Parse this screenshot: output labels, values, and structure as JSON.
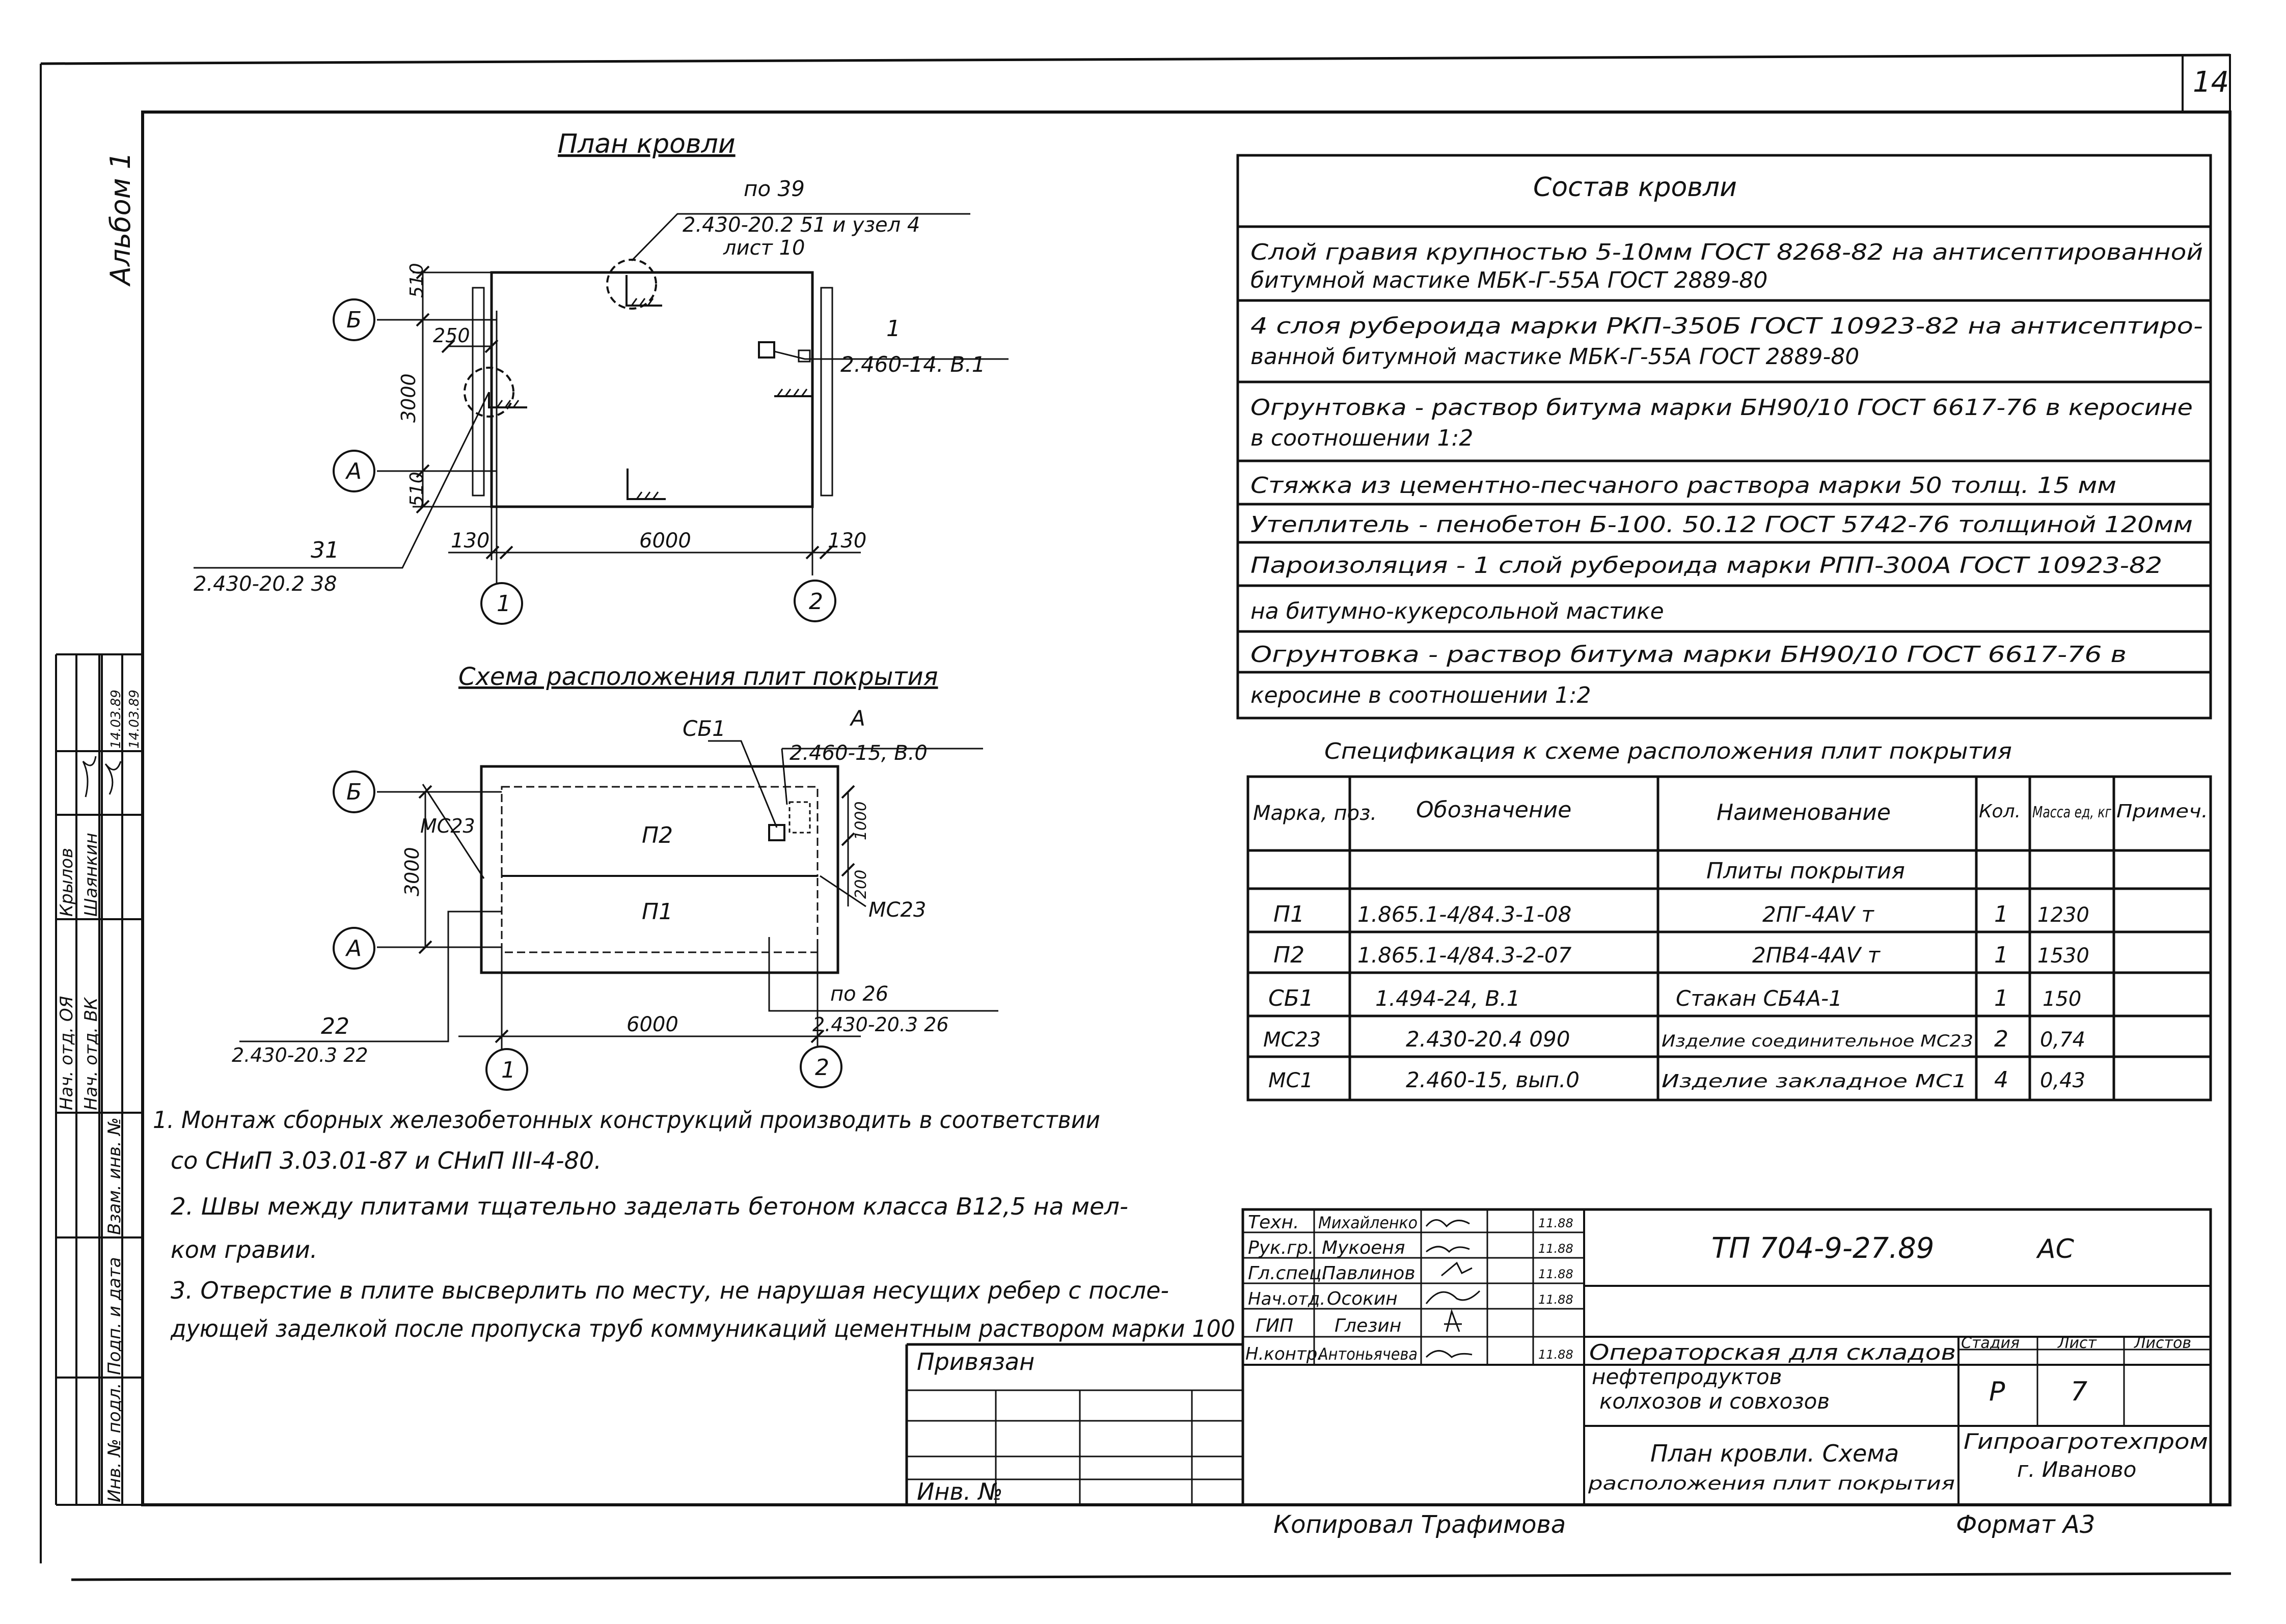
{
  "sheet": {
    "page_number": "14",
    "album_label": "Альбом 1",
    "copied_by": "Копировал  Трафимова",
    "format": "Формат А3"
  },
  "roof_plan": {
    "title": "План кровли",
    "labels": {
      "ref_po39": "по 39",
      "ref_node": "2.430-20.2 51 и узел 4",
      "ref_sheet": "лист 10",
      "ref_1": "1",
      "ref_1_doc": "2.460-14. В.1",
      "ref_31": "31",
      "ref_31_doc": "2.430-20.2 38"
    },
    "dims": {
      "d510_top": "510",
      "d250": "250",
      "d3000": "3000",
      "d510_bottom": "510",
      "d130_left": "130",
      "d6000": "6000",
      "d130_right": "130"
    },
    "axes": {
      "B": "Б",
      "A": "А",
      "one": "1",
      "two": "2"
    }
  },
  "slab_scheme": {
    "title": "Схема расположения плит покрытия",
    "labels": {
      "sb1": "СБ1",
      "a": "А",
      "a_doc": "2.460-15, В.0",
      "mc23_left": "МС23",
      "mc23_right": "МС23",
      "p2": "П2",
      "p1": "П1",
      "po26": "по 26",
      "po26_doc": "2.430-20.3 26",
      "ref_22": "22",
      "ref_22_doc": "2.430-20.3 22"
    },
    "dims": {
      "d3000": "3000",
      "d1000": "1000",
      "d200": "200",
      "d6000": "6000"
    },
    "axes": {
      "B": "Б",
      "A": "А",
      "one": "1",
      "two": "2"
    }
  },
  "roof_composition": {
    "title": "Состав кровли",
    "rows": [
      [
        "Слой гравия крупностью 5-10мм ГОСТ 8268-82 на антисептированной",
        "битумной мастике МБК-Г-55А ГОСТ 2889-80"
      ],
      [
        "4 слоя рубероида марки РКП-350Б ГОСТ 10923-82 на антисептиро-",
        "ванной битумной мастике МБК-Г-55А ГОСТ 2889-80"
      ],
      [
        "Огрунтовка - раствор битума марки БН90/10 ГОСТ 6617-76 в керосине",
        "в соотношении 1:2"
      ],
      [
        "Стяжка из цементно-песчаного раствора марки 50 толщ. 15 мм"
      ],
      [
        "Утеплитель - пенобетон Б-100. 50.12 ГОСТ 5742-76 толщиной 120мм"
      ],
      [
        "Пароизоляция - 1 слой рубероида марки РПП-300А ГОСТ 10923-82"
      ],
      [
        "на битумно-кукерсольной мастике"
      ],
      [
        "Огрунтовка - раствор битума марки БН90/10 ГОСТ 6617-76   в"
      ],
      [
        "керосине в соотношении 1:2"
      ]
    ]
  },
  "specification": {
    "title": "Спецификация к схеме расположения плит покрытия",
    "headers": [
      "Марка, поз.",
      "Обозначение",
      "Наименование",
      "Кол.",
      "Масса ед, кг",
      "Примеч."
    ],
    "section": "Плиты покрытия",
    "rows": [
      [
        "П1",
        "1.865.1-4/84.3-1-08",
        "2ПГ-4АⅤ т",
        "1",
        "1230",
        ""
      ],
      [
        "П2",
        "1.865.1-4/84.3-2-07",
        "2ПВ4-4АⅤ т",
        "1",
        "1530",
        ""
      ],
      [
        "СБ1",
        "1.494-24, В.1",
        "Стакан СБ4А-1",
        "1",
        "150",
        ""
      ],
      [
        "МС23",
        "2.430-20.4 090",
        "Изделие соединительное МС23",
        "2",
        "0,74",
        ""
      ],
      [
        "МС1",
        "2.460-15, вып.0",
        "Изделие закладное МС1",
        "4",
        "0,43",
        ""
      ]
    ]
  },
  "notes": [
    "1. Монтаж сборных железобетонных конструкций производить в соответствии",
    "со СНиП 3.03.01-87 и СНиП III-4-80.",
    "2. Швы между плитами тщательно заделать бетоном класса В12,5 на мел-",
    "ком гравии.",
    "3. Отверстие в плите высверлить по месту, не нарушая несущих ребер с после-",
    "дующей заделкой после пропуска труб коммуникаций цементным раствором марки 100"
  ],
  "title_block": {
    "code": "ТП 704-9-27.89",
    "section": "АС",
    "bound": "Привязан",
    "inv": "Инв. №",
    "object": [
      "Операторская для складов",
      "нефтепродуктов",
      "колхозов и совхозов"
    ],
    "drawing": [
      "План кровли. Схема",
      "расположения плит покрытия"
    ],
    "stage_header": "Стадия",
    "sheet_header": "Лист",
    "sheets_header": "Листов",
    "stage": "Р",
    "sheet": "7",
    "org": [
      "Гипроагротехпром",
      "г. Иваново"
    ],
    "signers": [
      {
        "role": "Техн.",
        "name": "Михайленко",
        "date": "11.88"
      },
      {
        "role": "Рук.гр.",
        "name": "Мукоеня",
        "date": "11.88"
      },
      {
        "role": "Гл.спец.",
        "name": "Павлинов",
        "date": "11.88"
      },
      {
        "role": "Нач.отд.",
        "name": "Осокин",
        "date": "11.88"
      },
      {
        "role": "ГИП",
        "name": "Глезин",
        "date": ""
      },
      {
        "role": "Н.контр.",
        "name": "Антоньячева",
        "date": "11.88"
      }
    ]
  },
  "side_stamp": {
    "rows": [
      {
        "role": "Нач. отд. ОЯ",
        "name": "Крылов",
        "date": "14.03.89"
      },
      {
        "role": "Нач. отд. ВК",
        "name": "Шаянкин",
        "date": "14.03.89"
      }
    ],
    "fields": [
      "Взам. инв. №",
      "Подп. и дата",
      "Инв. № подл."
    ]
  }
}
